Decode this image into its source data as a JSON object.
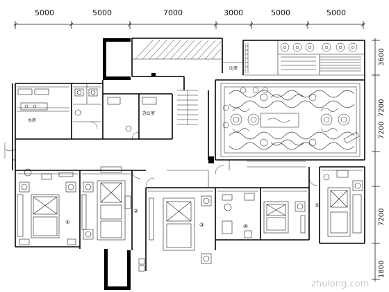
{
  "dimensions": {
    "top": [
      "5000",
      "5000",
      "7000",
      "3000",
      "5000",
      "5000"
    ],
    "right": [
      "3600",
      "7200",
      "7200",
      "7200",
      "1800"
    ]
  },
  "rooms": {
    "water_room": "水房",
    "office": "办公室",
    "bureau": "DJ室"
  },
  "guest_rooms": [
    "①",
    "②",
    "③",
    "④",
    "⑤"
  ],
  "watermark": "zhulong.com",
  "colors": {
    "line": "#1a1a1a",
    "wall": "#000000",
    "pattern": "#333333"
  }
}
